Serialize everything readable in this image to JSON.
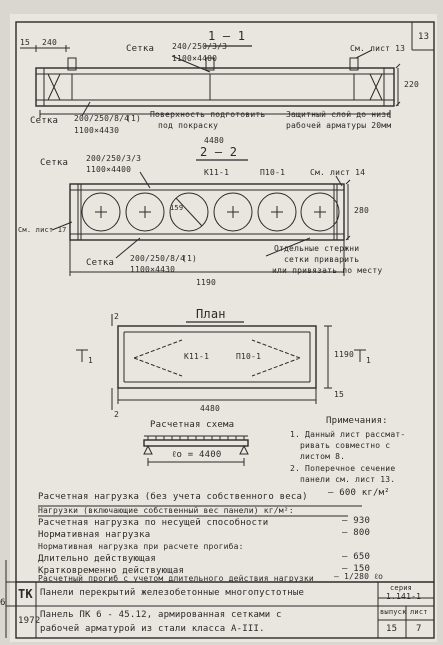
{
  "sheet": {
    "page_number": "13",
    "sections": {
      "s1": "1 — 1",
      "s2": "2 — 2",
      "plan": "План",
      "scheme": "Расчетная схема"
    }
  },
  "s1": {
    "dim_15": "15",
    "dim_240": "240",
    "setka_top_label": "Сетка",
    "setka_top_spec": "240/250/3/3",
    "setka_top_size": "1100×4400",
    "ref_sheet": "См. лист 13",
    "setka_bottom_label": "Сетка",
    "setka_bottom_spec": "200/250/8/4",
    "setka_bottom_mark": "(1)",
    "setka_bottom_size": "1100×4430",
    "surface_note_1": "Поверхность подготовить",
    "surface_note_2": "под покраску",
    "cover_note_1": "Защитный слой до низа",
    "cover_note_2": "рабочей арматуры 20мм",
    "height": "220",
    "length": "4480"
  },
  "s2": {
    "setka_top_label": "Сетка",
    "setka_top_spec": "200/250/3/3",
    "setka_top_size": "1100×4400",
    "k11": "К11-1",
    "p10": "П10-1",
    "ref_sheet14": "См. лист 14",
    "ref_sheet17": "См. лист 17",
    "dia": "159",
    "height": "280",
    "note_1": "Отдельные стержни",
    "note_2": "сетки приварить",
    "note_3": "или привязать по месту",
    "setka_bottom_label": "Сетка",
    "setka_bottom_spec": "200/250/8/4",
    "setka_bottom_mark": "(1)",
    "setka_bottom_size": "1100×4430",
    "width": "1190"
  },
  "plan": {
    "k11": "К11-1",
    "p10": "П10-1",
    "mark2": "2",
    "mark1_left": "1",
    "mark1_right": "1",
    "width": "1190",
    "length": "4480",
    "dim_15": "15"
  },
  "scheme": {
    "span": "ℓо = 4400"
  },
  "notes": {
    "title": "Примечания:",
    "n1_1": "1. Данный лист рассмат-",
    "n1_2": "ривать совместно с",
    "n1_3": "листом 8.",
    "n2_1": "2. Поперечное сечение",
    "n2_2": "панели см. лист 13."
  },
  "loads": {
    "l1": "Расчетная нагрузка (без учета собственного веса)",
    "v1": "— 600 кг/м²",
    "l2": "Нагрузки (включающие собственный вес панели) кг/м²:",
    "l3": "Расчетная нагрузка по несущей способности",
    "v3": "— 930",
    "l4": "Нормативная нагрузка",
    "v4": "— 800",
    "l5": "Нормативная нагрузка при расчете прогиба:",
    "l6": "Длительно действующая",
    "v6": "— 650",
    "l7": "Кратковременно действующая",
    "v7": "— 150",
    "l8": "Расчетный прогиб с учетом длительного действия нагрузки",
    "v8": "— 1/280 ℓо"
  },
  "title_block": {
    "tk": "ТК",
    "year": "1972",
    "side": "6",
    "line1": "Панели перекрытий железобетонные многопустотные",
    "line2": "Панель ПК 6 - 45.12, армированная сетками с",
    "line3": "рабочей арматурой из стали класса А-III.",
    "series_label": "серия",
    "series_value": "1.141-1",
    "issue_label": "выпуск",
    "issue_value": "15",
    "sheet_label": "лист",
    "sheet_value": "7"
  }
}
